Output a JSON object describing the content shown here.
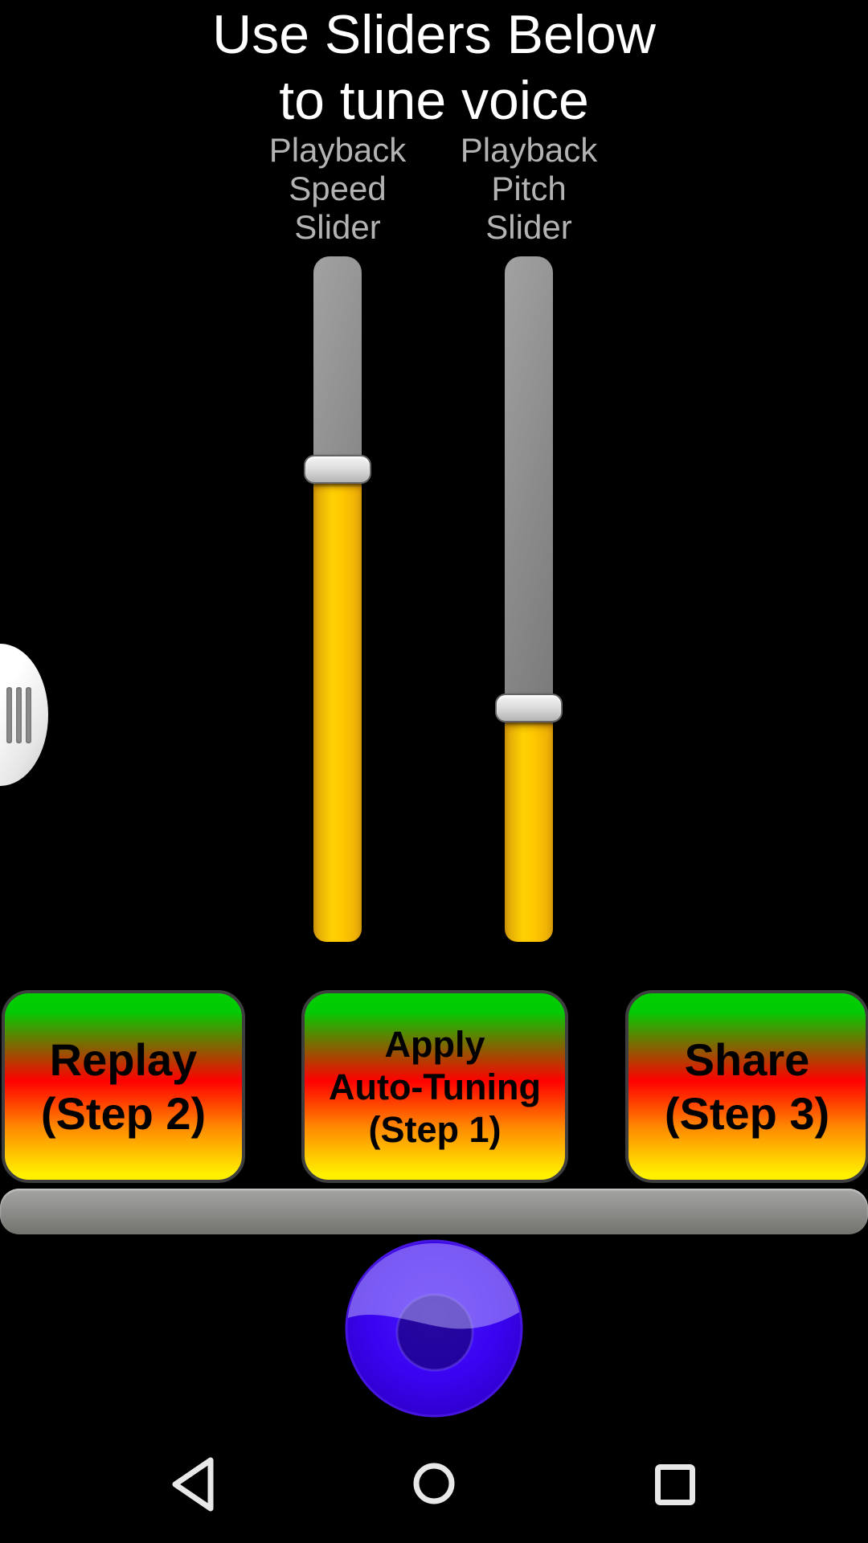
{
  "header": {
    "title_line1": "Use Sliders Below",
    "title_line2": "to tune voice"
  },
  "sliders": {
    "speed": {
      "label_line1": "Playback",
      "label_line2": "Speed",
      "label_line3": "Slider",
      "fill_percent": 67,
      "thumb_from_top_percent": 29
    },
    "pitch": {
      "label_line1": "Playback",
      "label_line2": "Pitch",
      "label_line3": "Slider",
      "fill_percent": 32,
      "thumb_from_top_percent": 63.8
    }
  },
  "buttons": {
    "replay": {
      "line1": "Replay",
      "line2": "(Step 2)"
    },
    "apply": {
      "line1": "Apply",
      "line2": "Auto-Tuning",
      "line3": "(Step 1)"
    },
    "share": {
      "line1": "Share",
      "line2": "(Step 3)"
    }
  },
  "colors": {
    "background": "#000000",
    "title_text": "#ffffff",
    "label_text": "#b3b3b3",
    "slider_track_gray": "#8b8b8b",
    "slider_fill_yellow": "#ffc800",
    "button_gradient_top": "#00cf00",
    "button_gradient_middle": "#ff0000",
    "button_gradient_bottom": "#fff000",
    "bottom_bar_gray": "#8f8f8d",
    "record_orb_blue": "#3a04f2"
  },
  "nav": {
    "icons": [
      "back",
      "home",
      "recents"
    ]
  }
}
